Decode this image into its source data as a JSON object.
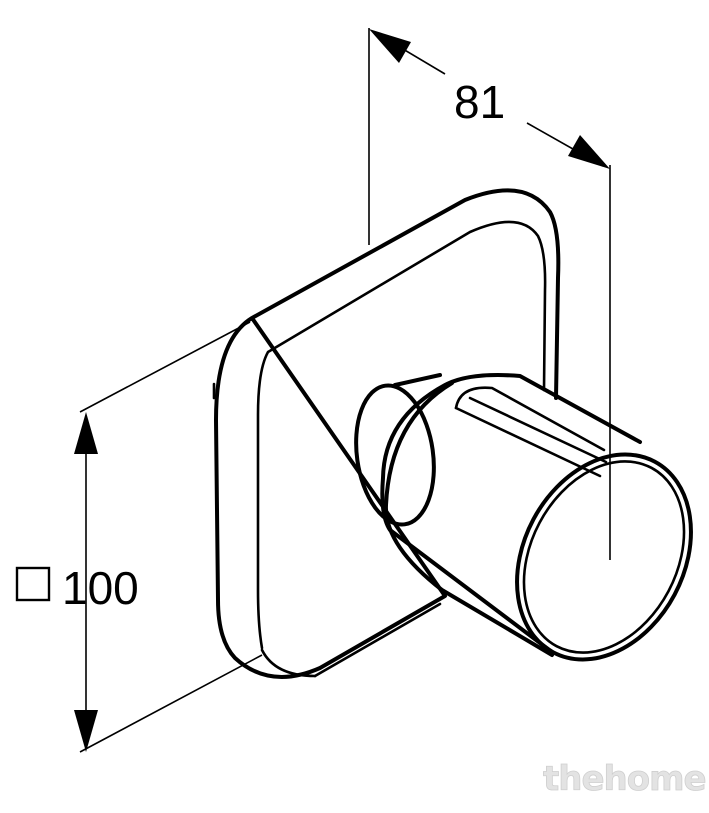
{
  "dimensions": {
    "depth": {
      "label": "81"
    },
    "size": {
      "label": "100",
      "symbol": "□"
    }
  },
  "watermark": {
    "text": "thehome"
  },
  "colors": {
    "line": "#000000",
    "background": "#ffffff",
    "watermark": "#e3e3e3"
  }
}
